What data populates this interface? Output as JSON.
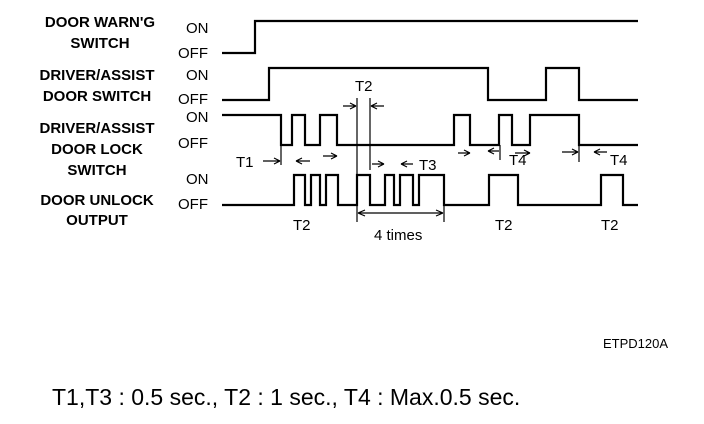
{
  "signals": [
    {
      "label_lines": [
        "DOOR WARN'G",
        "SWITCH"
      ],
      "on": "ON",
      "off": "OFF"
    },
    {
      "label_lines": [
        "DRIVER/ASSIST",
        "DOOR SWITCH"
      ],
      "on": "ON",
      "off": "OFF"
    },
    {
      "label_lines": [
        "DRIVER/ASSIST",
        "DOOR LOCK",
        "SWITCH"
      ],
      "on": "ON",
      "off": "OFF"
    },
    {
      "label_lines": [
        "DOOR UNLOCK",
        "OUTPUT"
      ],
      "on": "ON",
      "off": "OFF"
    }
  ],
  "timing_labels": {
    "t1": "T1",
    "t2": "T2",
    "t3": "T3",
    "t4": "T4",
    "repeat": "4 times"
  },
  "figure_code": "ETPD120A",
  "legend": "T1,T3 : 0.5 sec., T2 : 1 sec., T4 : Max.0.5 sec."
}
